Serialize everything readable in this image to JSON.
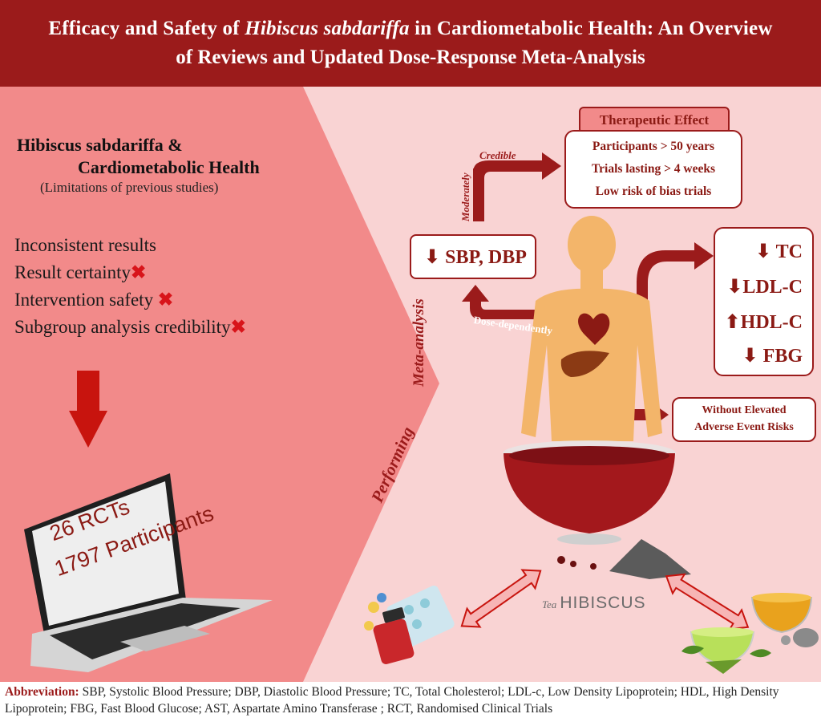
{
  "header": {
    "title_part1": "Efficacy and Safety of ",
    "title_italic": "Hibiscus sabdariffa",
    "title_part2": " in Cardiometabolic Health: An Overview",
    "title_line2": "of Reviews and Updated Dose-Response Meta-Analysis"
  },
  "left_panel": {
    "heading_line1": "Hibiscus sabdariffa &",
    "heading_line2": "Cardiometabolic Health",
    "subheading": "(Limitations of previous studies)",
    "limitations": [
      "Inconsistent results",
      "Result certainty",
      "Intervention safety",
      "Subgroup analysis credibility"
    ],
    "laptop_line1": "26 RCTs",
    "laptop_line2": "1797 Participants"
  },
  "performing_label": "Performing",
  "meta_label": "Meta-analysis",
  "therapeutic": {
    "title": "Therapeutic  Effect",
    "items": [
      "Participants > 50 years",
      "Trials lasting > 4 weeks",
      "Low risk of bias trials"
    ]
  },
  "arrow_labels": {
    "moderately": "Moderately",
    "credible": "Credible",
    "dose_dependently": "Dose-dependently"
  },
  "bp_box": "SBP, DBP",
  "lipids": [
    {
      "dir": "down",
      "label": "TC"
    },
    {
      "dir": "down",
      "label": "LDL-C"
    },
    {
      "dir": "up",
      "label": "HDL-C"
    },
    {
      "dir": "down",
      "label": "FBG"
    }
  ],
  "safety": {
    "line1": "Without Elevated",
    "line2": "Adverse Event Risks"
  },
  "tea_label_script": "Tea",
  "tea_label": "HIBISCUS",
  "abbreviation": {
    "label": "Abbreviation:",
    "text": " SBP, Systolic Blood Pressure; DBP, Diastolic Blood Pressure; TC, Total Cholesterol; LDL-c, Low Density Lipoprotein; HDL, High Density Lipoprotein; FBG, Fast Blood Glucose; AST, Aspartate Amino Transferase ; RCT, Randomised Clinical Trials"
  },
  "colors": {
    "dark_red": "#9b1b1b",
    "left_bg": "#f28a8a",
    "right_bg": "#f9d3d3"
  }
}
